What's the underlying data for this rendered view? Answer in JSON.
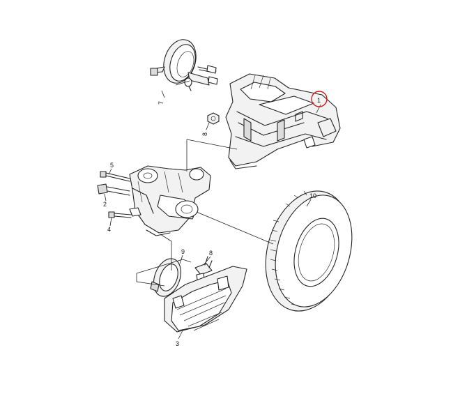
{
  "diagram": {
    "callouts": [
      {
        "id": "c1",
        "label": "1"
      },
      {
        "id": "c2",
        "label": "2"
      },
      {
        "id": "c3",
        "label": "3"
      },
      {
        "id": "c4",
        "label": "4"
      },
      {
        "id": "c5",
        "label": "5"
      },
      {
        "id": "c7",
        "label": "7"
      },
      {
        "id": "c8a",
        "label": "8"
      },
      {
        "id": "c8b",
        "label": "8"
      },
      {
        "id": "c9",
        "label": "9"
      },
      {
        "id": "c10",
        "label": "10"
      }
    ],
    "highlight_color": "#d11a1a",
    "line_color": "#222222"
  }
}
